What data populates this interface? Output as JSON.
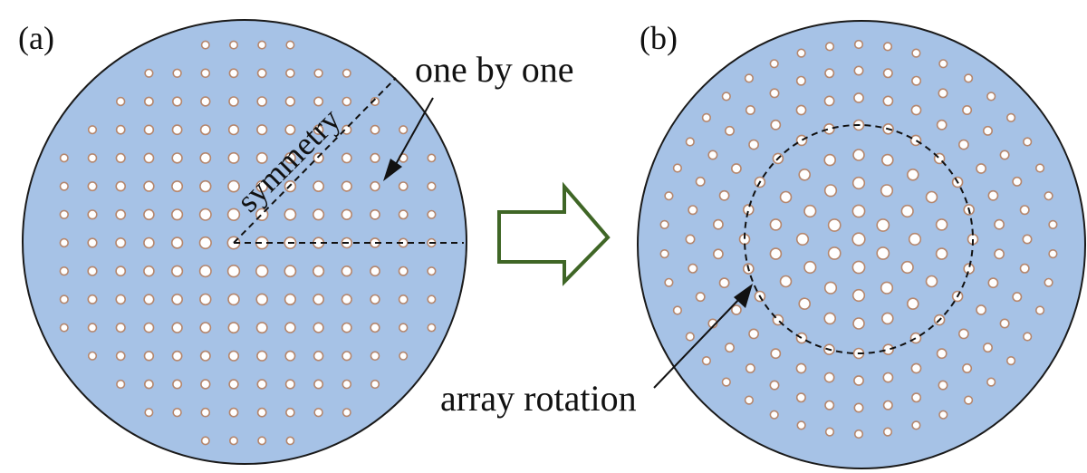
{
  "panels": {
    "a": {
      "label": "(a)"
    },
    "b": {
      "label": "(b)"
    }
  },
  "annotations": {
    "symmetry": "symmetry",
    "one_by_one": "one by one",
    "array_rotation": "array rotation"
  },
  "colors": {
    "disk_fill": "#a6c2e6",
    "disk_stroke": "#1a1a1a",
    "hole_fill": "#ffffff",
    "hole_stroke": "#b5876e",
    "arrow_stroke": "#3f6626",
    "arrow_fill": "#ffffff",
    "text": "#111111"
  },
  "icons": {
    "transform_arrow": "right-arrow-outline-icon"
  }
}
